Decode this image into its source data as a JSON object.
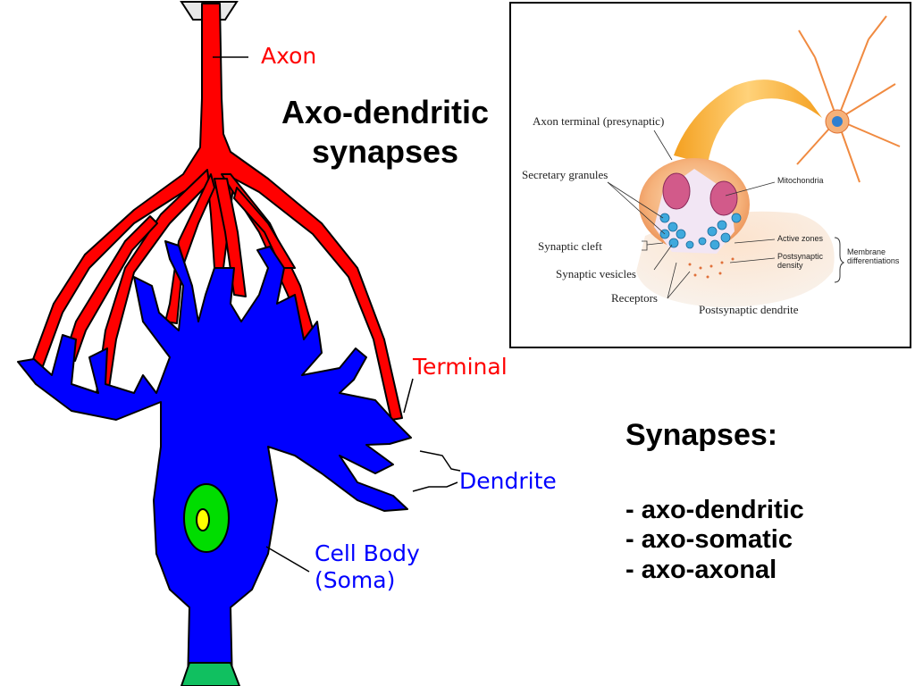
{
  "neuron_labels": {
    "axon": "Axon",
    "terminal": "Terminal",
    "dendrite": "Dendrite",
    "cell_body_line1": "Cell Body",
    "cell_body_line2": "(Soma)"
  },
  "heading": {
    "line1": "Axo-dendritic",
    "line2": "synapses"
  },
  "synapse_list": {
    "title": "Synapses:",
    "items": [
      "- axo-dendritic",
      "- axo-somatic",
      "- axo-axonal"
    ]
  },
  "inset_labels": {
    "axon_terminal": "Axon terminal (presynaptic)",
    "secretary_granules": "Secretary granules",
    "mitochondria": "Mitochondria",
    "synaptic_cleft": "Synaptic cleft",
    "active_zones": "Active zones",
    "postsynaptic_density_1": "Postsynaptic",
    "postsynaptic_density_2": "density",
    "membrane_diff_1": "Membrane",
    "membrane_diff_2": "differentiations",
    "synaptic_vesicles": "Synaptic vesicles",
    "receptors": "Receptors",
    "postsynaptic_dendrite": "Postsynaptic dendrite"
  },
  "colors": {
    "axon": "#ff0000",
    "dendrite": "#0000ff",
    "nucleus": "#00dd00",
    "nucleolus": "#ffff00",
    "label_red": "#ff0000",
    "label_blue": "#0000ff"
  }
}
